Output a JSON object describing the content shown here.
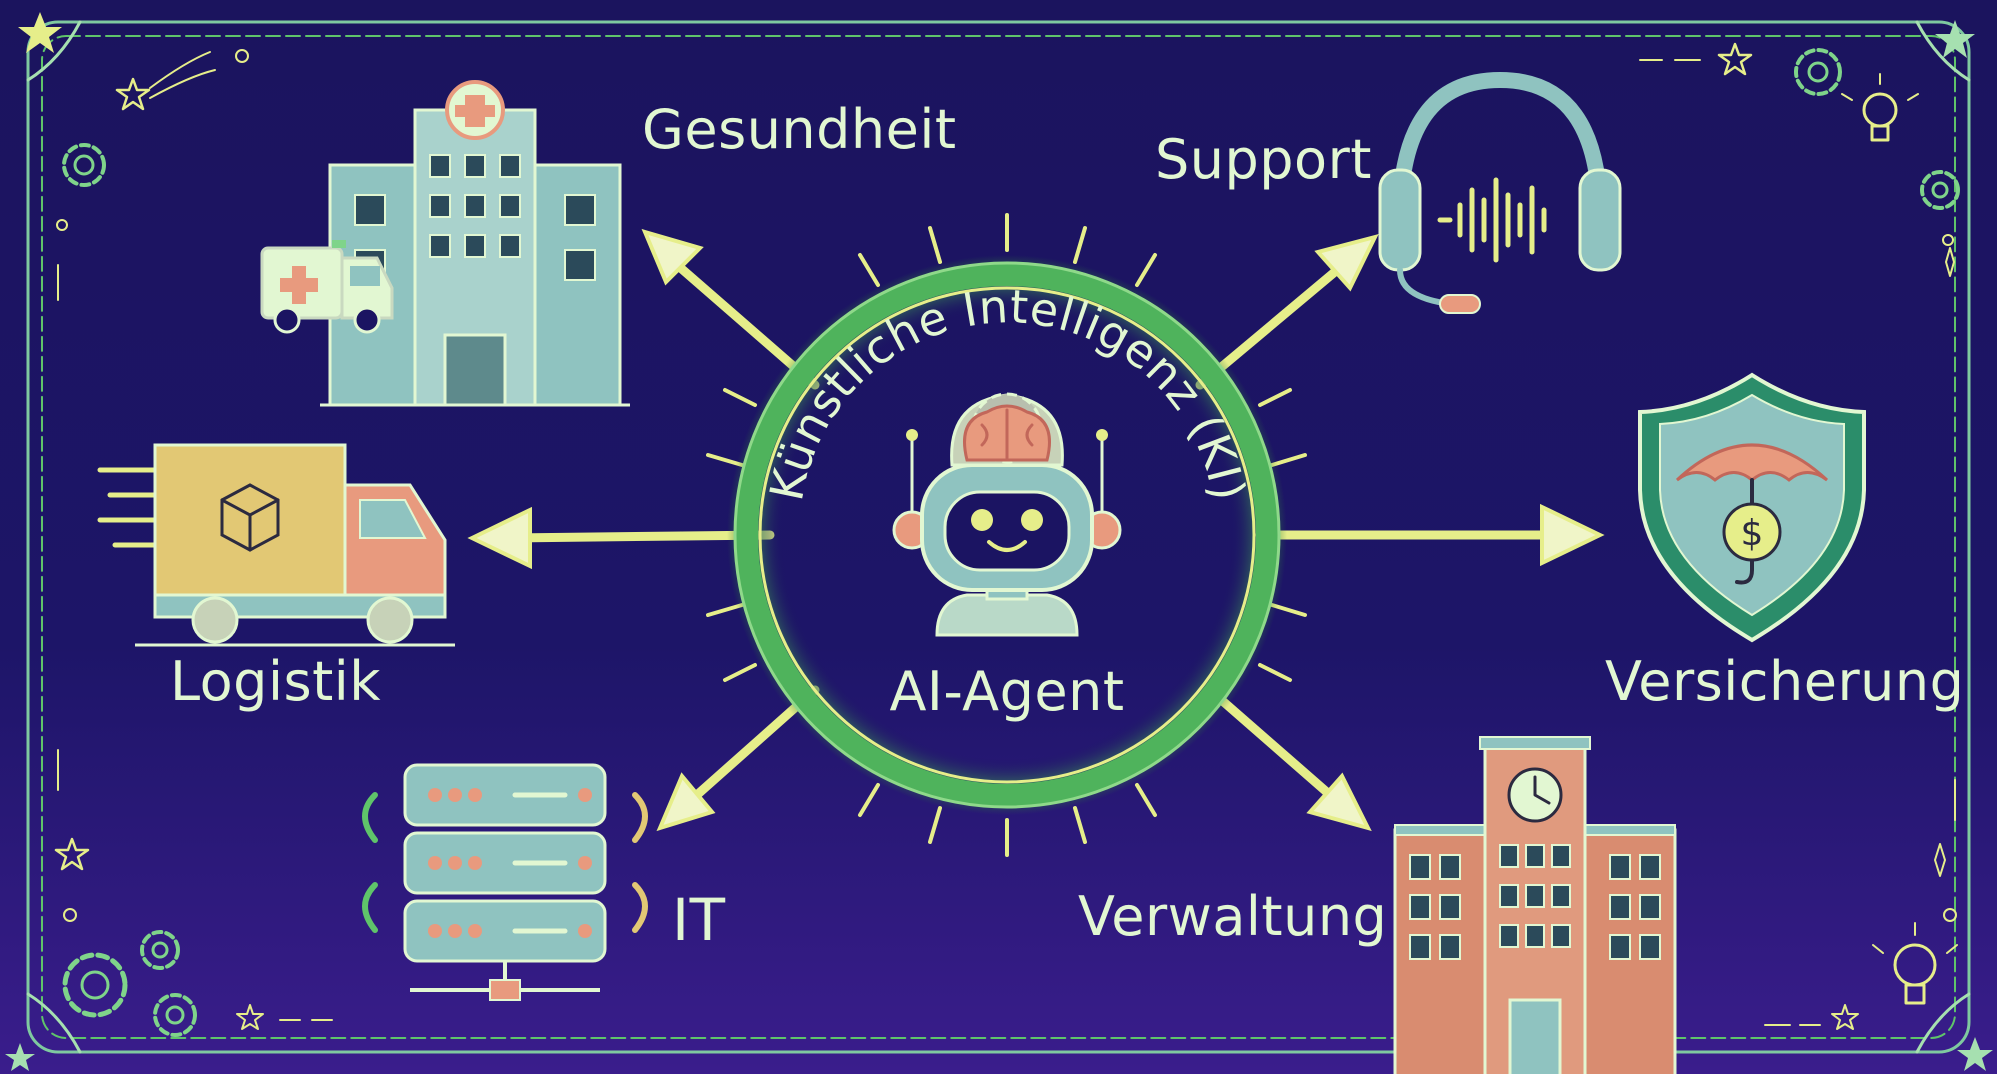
{
  "center": {
    "arc_title": "Künstliche Intelligenz (KI)",
    "title": "AI-Agent",
    "icon": "robot-with-brain-icon"
  },
  "nodes": [
    {
      "key": "gesundheit",
      "label": "Gesundheit",
      "icon": "hospital-icon"
    },
    {
      "key": "support",
      "label": "Support",
      "icon": "headset-icon"
    },
    {
      "key": "logistik",
      "label": "Logistik",
      "icon": "delivery-truck-icon"
    },
    {
      "key": "versicherung",
      "label": "Versicherung",
      "icon": "shield-umbrella-icon"
    },
    {
      "key": "it",
      "label": "IT",
      "icon": "server-rack-icon"
    },
    {
      "key": "verwaltung",
      "label": "Verwaltung",
      "icon": "town-hall-icon"
    }
  ],
  "colors": {
    "background": "#1b1462",
    "chalk": "#e2f7d2",
    "accent_green": "#5fc46a",
    "accent_yellow": "#e6ee8a",
    "salmon": "#e89a7e",
    "teal": "#8fc3c0"
  }
}
